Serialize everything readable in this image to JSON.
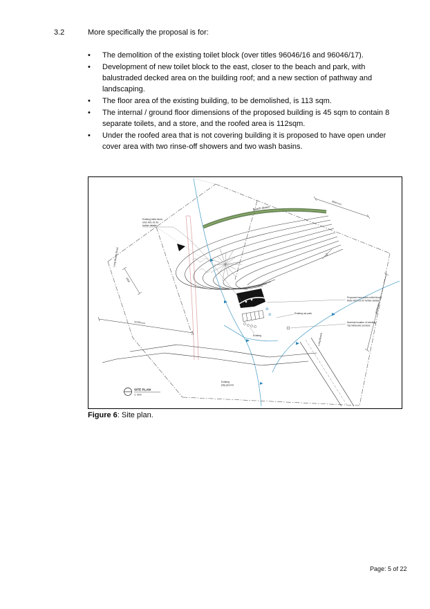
{
  "document": {
    "bullet_char": "•",
    "section": {
      "number": "3.2",
      "intro": "More specifically the proposal is for:"
    },
    "bullets": [
      "The demolition of the existing toilet block (over titles 96046/16 and 96046/17).",
      "Development of new toilet block to the east, closer to the beach and park, with balustraded decked area on the building roof; and a new section of pathway and landscaping.",
      "The floor area of the existing building, to be demolished, is 113 sqm.",
      "The internal / ground floor dimensions of the proposed building is 45 sqm to contain 8 separate toilets, and a store, and the roofed area is 112sqm.",
      "Under the roofed area that is not covering building it is proposed to have open under cover area with two rinse-off showers and two wash basins."
    ],
    "figure": {
      "caption_label": "Figure 6",
      "caption_text": ": Site plan.",
      "plan": {
        "title": "SITE PLAN",
        "scale": "1: 500",
        "roads": {
          "beach_street": "Beach Street",
          "long_beach_road": "Long Beach Road",
          "long_beach": "Long Beach"
        },
        "notes": {
          "existing_block_1": "Existing toilet block,",
          "existing_block_2": "refer A01-02 for",
          "existing_block_3": "further details",
          "proposed_1": "Proposed new public toilet block.",
          "proposed_2": "Refer A02-03 for further details",
          "services_1": "Nominal location of existing",
          "services_2": "Tas Networks services",
          "car_park": "Existing car park",
          "existing": "Existing",
          "playground_1": "Existing",
          "playground_2": "play ground",
          "marker_3": "3"
        },
        "dimensions": {
          "d_top": "8500 mm",
          "d_left": "4000",
          "d_bottom": "41200 mm",
          "d_right": "20200 mm"
        },
        "colors": {
          "blue": "#5aa7cc",
          "green_dark": "#44632e",
          "green_light": "#8cb06a",
          "pink": "#e0a8a8"
        }
      }
    },
    "footer": "Page: 5 of 22"
  }
}
